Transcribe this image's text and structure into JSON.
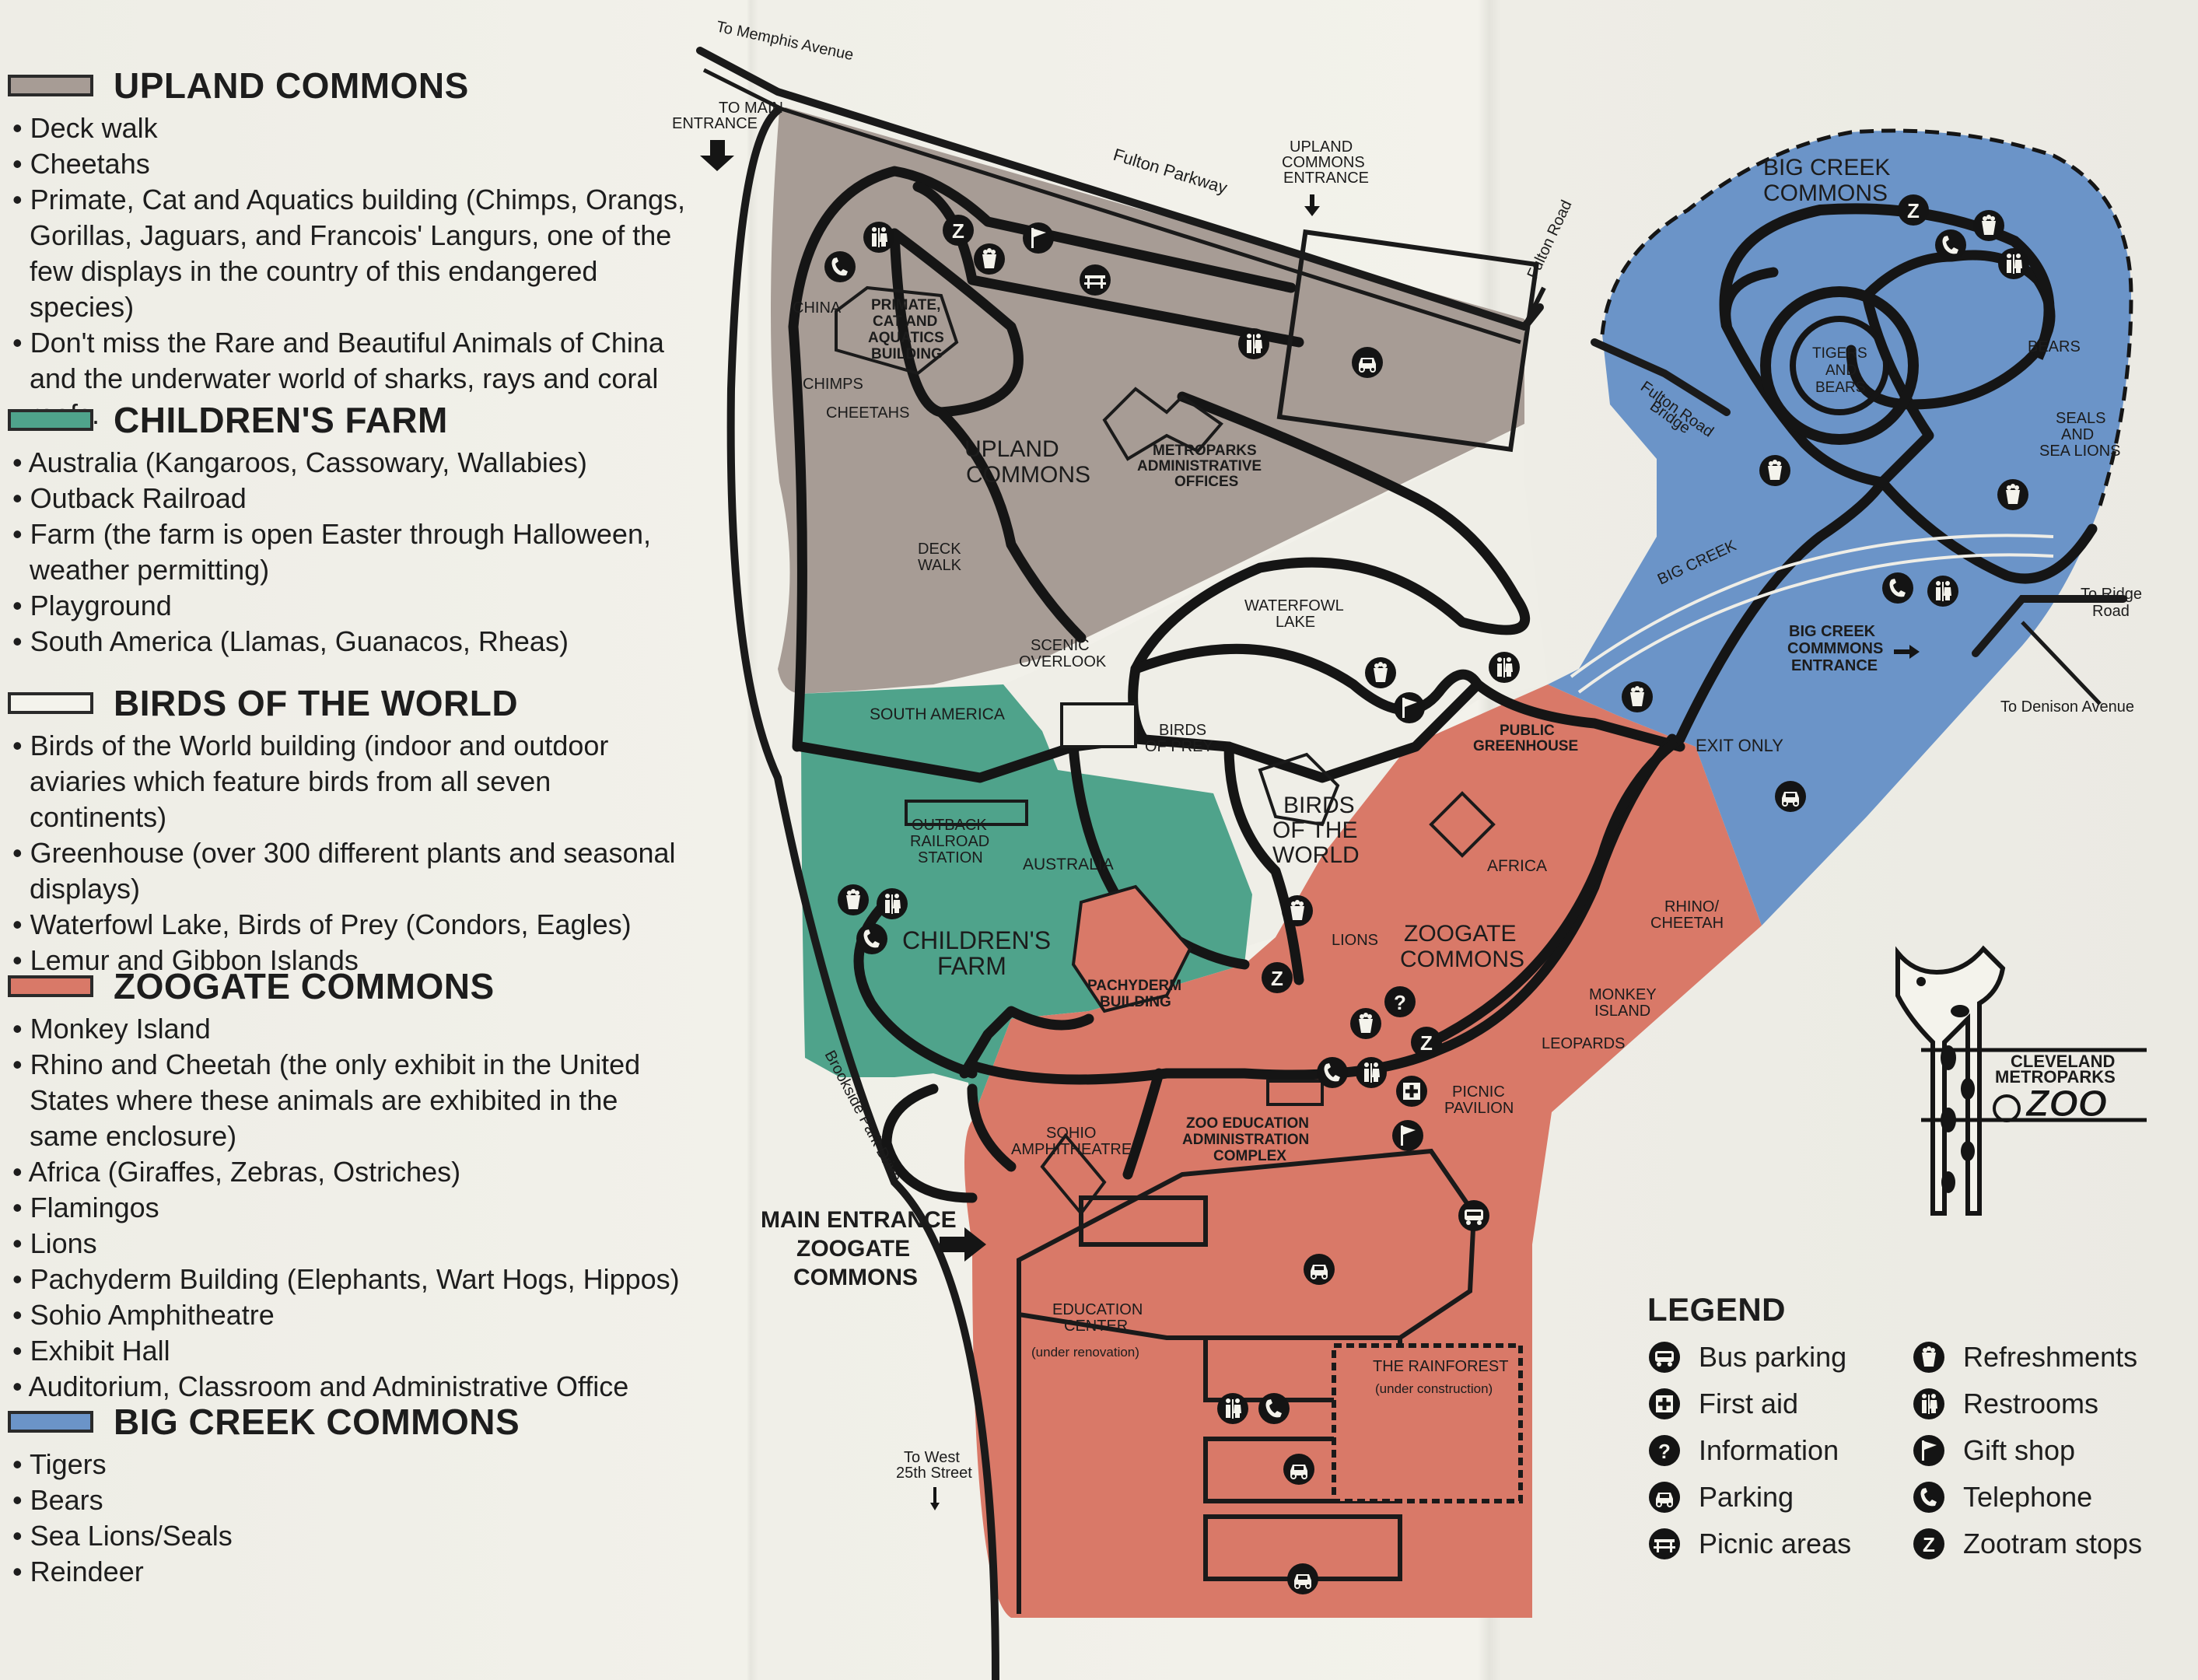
{
  "colors": {
    "upland": "#a79c95",
    "childrens_farm": "#4fa38b",
    "birds": "#efeee7",
    "zoogate": "#d97968",
    "big_creek": "#6b94c8",
    "road": "#1a1a1a"
  },
  "sidebar": {
    "sections": [
      {
        "title": "UPLAND COMMONS",
        "swatch": "#a79c95",
        "items": [
          "Deck walk",
          "Cheetahs",
          "Primate, Cat and Aquatics building (Chimps, Orangs, Gorillas, Jaguars, and Francois' Langurs, one of the few displays in the country of this endangered species)",
          "Don't miss the Rare and Beautiful Animals of China and the underwater world of sharks, rays and coral reefs."
        ]
      },
      {
        "title": "CHILDREN'S FARM",
        "swatch": "#4fa38b",
        "items": [
          "Australia (Kangaroos, Cassowary, Wallabies)",
          "Outback Railroad",
          "Farm (the farm is open Easter through Halloween, weather permitting)",
          "Playground",
          "South America (Llamas, Guanacos, Rheas)"
        ]
      },
      {
        "title": "BIRDS OF THE WORLD",
        "swatch": "#f4f3ec",
        "items": [
          "Birds of the World building (indoor and outdoor aviaries which feature birds from all seven continents)",
          "Greenhouse (over 300 different plants and seasonal displays)",
          "Waterfowl Lake, Birds of Prey (Condors, Eagles)",
          "Lemur and Gibbon Islands"
        ]
      },
      {
        "title": "ZOOGATE COMMONS",
        "swatch": "#d97968",
        "items": [
          "Monkey Island",
          "Rhino and Cheetah (the only exhibit in the United States where these animals are exhibited in the same enclosure)",
          "Africa (Giraffes, Zebras, Ostriches)",
          "Flamingos",
          "Lions",
          "Pachyderm Building (Elephants, Wart Hogs, Hippos)",
          "Sohio Amphitheatre",
          "Exhibit Hall",
          "Auditorium, Classroom and Administrative Office"
        ]
      },
      {
        "title": "BIG CREEK COMMONS",
        "swatch": "#6b94c8",
        "items": [
          "Tigers",
          "Bears",
          "Sea Lions/Seals",
          "Reindeer"
        ]
      }
    ]
  },
  "map": {
    "roads": {
      "memphis": "To Memphis Avenue",
      "main_entrance_top": [
        "TO MAIN",
        "ENTRANCE"
      ],
      "fulton_parkway": "Fulton Parkway",
      "fulton_road": "Fulton Road",
      "fulton_bridge": [
        "Fulton Road",
        "Bridge"
      ],
      "ridge_road": [
        "To Ridge",
        "Road"
      ],
      "denison": "To Denison Avenue",
      "brookside": "Brookside Park Drive",
      "west25": [
        "To West",
        "25th Street"
      ]
    },
    "entrances": {
      "upland": [
        "UPLAND",
        "COMMONS",
        "ENTRANCE"
      ],
      "big_creek": [
        "BIG CREEK",
        "COMMMONS",
        "ENTRANCE"
      ],
      "main": [
        "MAIN ENTRANCE",
        "ZOOGATE",
        "COMMONS"
      ],
      "exit_only": "EXIT ONLY"
    },
    "area_titles": {
      "upland": [
        "UPLAND",
        "COMMONS"
      ],
      "big_creek": [
        "BIG CREEK",
        "COMMONS"
      ],
      "childrens_farm": [
        "CHILDREN'S",
        "FARM"
      ],
      "birds": [
        "BIRDS",
        "OF THE",
        "WORLD"
      ],
      "zoogate": [
        "ZOOGATE",
        "COMMONS"
      ]
    },
    "labels": {
      "china": "CHINA",
      "primate": [
        "PRIMATE,",
        "CAT AND",
        "AQUATICS",
        "BUILDING"
      ],
      "chimps": "CHIMPS",
      "cheetahs": "CHEETAHS",
      "admin": [
        "METROPARKS",
        "ADMINISTRATIVE",
        "OFFICES"
      ],
      "deck_walk": [
        "DECK",
        "WALK"
      ],
      "scenic": [
        "SCENIC",
        "OVERLOOK"
      ],
      "waterfowl": [
        "WATERFOWL",
        "LAKE"
      ],
      "tigers": [
        "TIGERS",
        "AND",
        "BEARS"
      ],
      "bears": "BEARS",
      "seals": [
        "SEALS",
        "AND",
        "SEA LIONS"
      ],
      "big_creek": "BIG CREEK",
      "south_america": "SOUTH AMERICA",
      "birds_of_prey": [
        "BIRDS",
        "OF PREY"
      ],
      "greenhouse": [
        "PUBLIC",
        "GREENHOUSE"
      ],
      "outback": [
        "OUTBACK",
        "RAILROAD",
        "STATION"
      ],
      "australia": "AUSTRALIA",
      "africa": "AFRICA",
      "rhino": [
        "RHINO/",
        "CHEETAH"
      ],
      "lions": "LIONS",
      "monkey": [
        "MONKEY",
        "ISLAND"
      ],
      "leopards": "LEOPARDS",
      "picnic": [
        "PICNIC",
        "PAVILION"
      ],
      "pachyderm": [
        "PACHYDERM",
        "BUILDING"
      ],
      "sohio": [
        "SOHIO",
        "AMPHITHEATRE"
      ],
      "zoo_admin": [
        "ZOO EDUCATION",
        "ADMINISTRATION",
        "COMPLEX"
      ],
      "education": [
        "EDUCATION",
        "CENTER",
        "(under renovation)"
      ],
      "rainforest": [
        "THE RAINFOREST",
        "(under construction)"
      ]
    }
  },
  "legend": {
    "title": "LEGEND",
    "items": [
      {
        "icon": "bus-icon",
        "label": "Bus parking"
      },
      {
        "icon": "refreshments-icon",
        "label": "Refreshments"
      },
      {
        "icon": "first-aid-icon",
        "label": "First aid"
      },
      {
        "icon": "restrooms-icon",
        "label": "Restrooms"
      },
      {
        "icon": "information-icon",
        "label": "Information"
      },
      {
        "icon": "gift-shop-icon",
        "label": "Gift shop"
      },
      {
        "icon": "parking-icon",
        "label": "Parking"
      },
      {
        "icon": "telephone-icon",
        "label": "Telephone"
      },
      {
        "icon": "picnic-icon",
        "label": "Picnic areas"
      },
      {
        "icon": "zootram-icon",
        "label": "Zootram stops"
      }
    ]
  },
  "logo": {
    "lines": [
      "CLEVELAND",
      "METROPARKS",
      "ZOO"
    ]
  }
}
